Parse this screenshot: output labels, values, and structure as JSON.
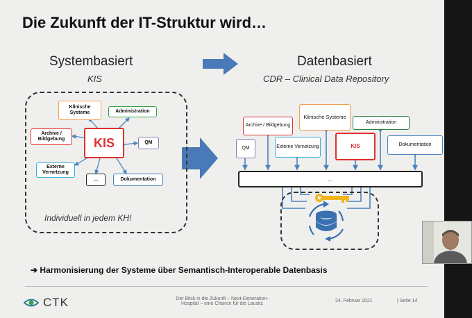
{
  "title": "Die Zukunft der IT-Struktur wird…",
  "left": {
    "heading": "Systembasiert",
    "subheading": "KIS",
    "center": "KIS",
    "boxes": {
      "klinische": "Klinische Systeme",
      "administration": "Administration",
      "archive": "Archive / Bildgebung",
      "qm": "QM",
      "externe": "Externe Vernetzung",
      "dots": "…",
      "dokumentation": "Dokumentation"
    },
    "note": "Individuell in jedem KH!"
  },
  "right": {
    "heading": "Datenbasiert",
    "subheading": "CDR – Clinical Data Repository",
    "boxes": {
      "archive": "Archive / Bildgebung",
      "klinische": "Klinische Systeme",
      "administration": "Administration",
      "qm": "QM",
      "externe": "Externe Vernetzung",
      "kis": "KIS",
      "dokumentation": "Dokumentation"
    },
    "bus_label": "…"
  },
  "conclusion": "Harmonisierung der Systeme über Semantisch-Interoperable Datenbasis",
  "conclusion_arrow": "➔",
  "footer": {
    "logo": "CTK",
    "center_line1": "Der Blick in die Zukunft – Next-Generation-",
    "center_line2": "Hospital – eine Chance für die Lausitz",
    "date": "24. Februar 2021",
    "page": "| Seite 14"
  },
  "colors": {
    "orange": "#f0a050",
    "green": "#3aa04a",
    "red": "#e03030",
    "blue": "#4a82c0",
    "purple": "#8a7ab8",
    "cyan": "#3ab0d8",
    "dark_green": "#2f7d3a",
    "arrow_blue": "#4a79b8",
    "key_yellow": "#f2b51e"
  }
}
